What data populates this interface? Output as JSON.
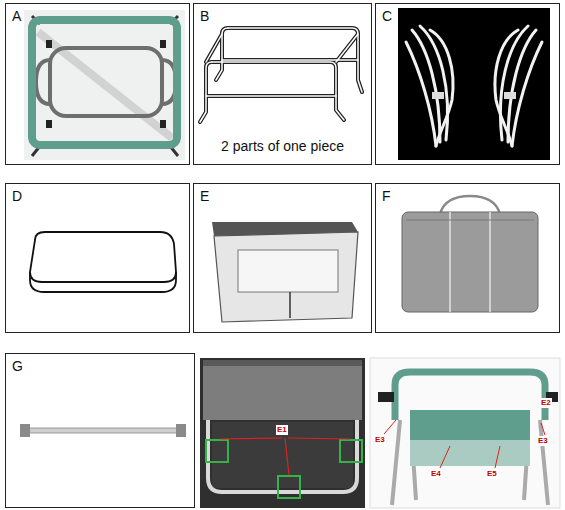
{
  "diagram": {
    "nodes": [
      {
        "text": [
          "A"
        ]
      },
      {
        "text": [
          "B",
          "2 parts of one piece"
        ]
      },
      {
        "text": [
          "C"
        ]
      },
      {
        "text": [
          "D"
        ]
      },
      {
        "text": [
          "E"
        ]
      },
      {
        "text": [
          "F"
        ]
      },
      {
        "text": [
          "G"
        ]
      }
    ],
    "labels": [
      "E1",
      "E2",
      "E3",
      "E3",
      "E4",
      "E5"
    ]
  }
}
